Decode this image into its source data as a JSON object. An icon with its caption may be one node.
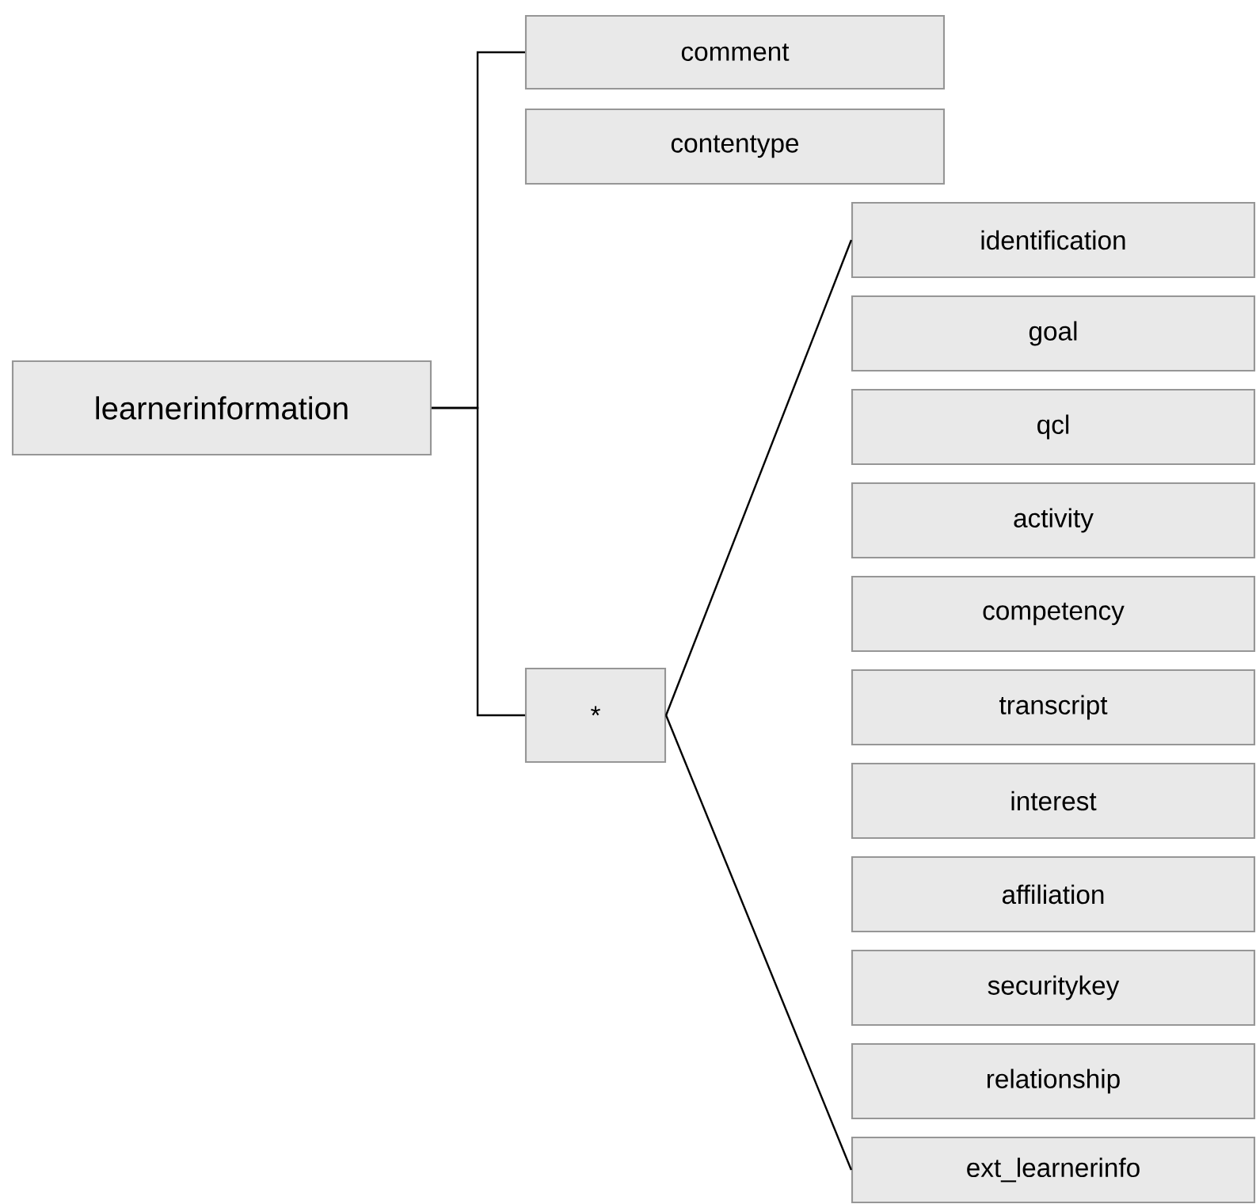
{
  "diagram": {
    "nodes": [
      {
        "text": [
          "learnerinformation"
        ]
      },
      {
        "text": [
          "comment"
        ]
      },
      {
        "text": [
          "contentype"
        ]
      },
      {
        "text": [
          "*"
        ]
      },
      {
        "text": [
          "identification"
        ]
      },
      {
        "text": [
          "goal"
        ]
      },
      {
        "text": [
          "qcl"
        ]
      },
      {
        "text": [
          "activity"
        ]
      },
      {
        "text": [
          "competency"
        ]
      },
      {
        "text": [
          "transcript"
        ]
      },
      {
        "text": [
          "interest"
        ]
      },
      {
        "text": [
          "affiliation"
        ]
      },
      {
        "text": [
          "securitykey"
        ]
      },
      {
        "text": [
          "relationship"
        ]
      },
      {
        "text": [
          "ext_learnerinfo"
        ]
      }
    ],
    "edges": [
      {
        "from": 0,
        "to": 1,
        "arrow": "none"
      },
      {
        "from": 0,
        "to": 3,
        "arrow": "none"
      },
      {
        "from": 3,
        "to": 4,
        "arrow": "none"
      },
      {
        "from": 3,
        "to": 14,
        "arrow": "none"
      }
    ]
  }
}
